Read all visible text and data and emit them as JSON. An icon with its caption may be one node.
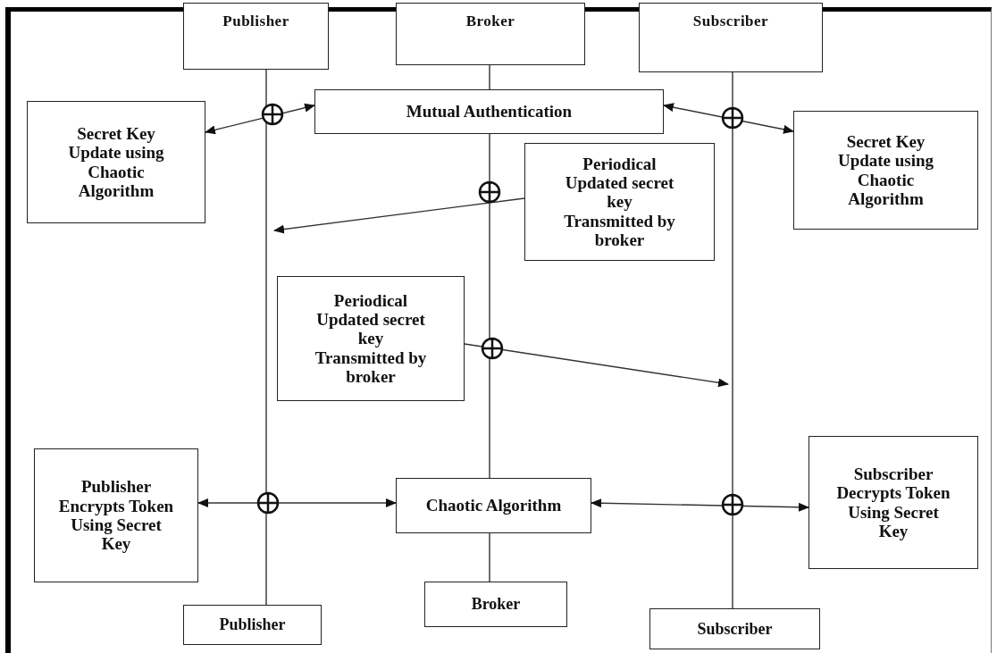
{
  "diagram": {
    "nodes": [
      {
        "text": [
          "Publisher"
        ]
      },
      {
        "text": [
          "Broker"
        ]
      },
      {
        "text": [
          "Subscriber"
        ]
      },
      {
        "text": [
          "Secret Key Update using Chaotic Algorithm"
        ]
      },
      {
        "text": [
          "Mutual Authentication"
        ]
      },
      {
        "text": [
          "Secret Key Update using Chaotic Algorithm"
        ]
      },
      {
        "text": [
          "Periodical Updated secret key Transmitted by broker"
        ]
      },
      {
        "text": [
          "Periodical Updated secret key Transmitted by broker"
        ]
      },
      {
        "text": [
          "Publisher Encrypts Token Using Secret Key"
        ]
      },
      {
        "text": [
          "Chaotic Algorithm"
        ]
      },
      {
        "text": [
          "Subscriber Decrypts Token Using Secret Key"
        ]
      },
      {
        "text": [
          "Publisher"
        ]
      },
      {
        "text": [
          "Broker"
        ]
      },
      {
        "text": [
          "Subscriber"
        ]
      }
    ],
    "edges": [
      {
        "from": 0,
        "to": 11,
        "arrow": "none"
      },
      {
        "from": 1,
        "to": 4,
        "arrow": "none"
      },
      {
        "from": 4,
        "to": 9,
        "arrow": "none"
      },
      {
        "from": 9,
        "to": 12,
        "arrow": "none"
      },
      {
        "from": 2,
        "to": 13,
        "arrow": "none"
      },
      {
        "from": 3,
        "to": 4,
        "arrow": "both"
      },
      {
        "from": 4,
        "to": 5,
        "arrow": "both"
      },
      {
        "from": 6,
        "to": null,
        "arrow": "to"
      },
      {
        "from": 7,
        "to": null,
        "arrow": "to"
      },
      {
        "from": 8,
        "to": 9,
        "arrow": "both"
      },
      {
        "from": 9,
        "to": 10,
        "arrow": "both"
      }
    ]
  }
}
